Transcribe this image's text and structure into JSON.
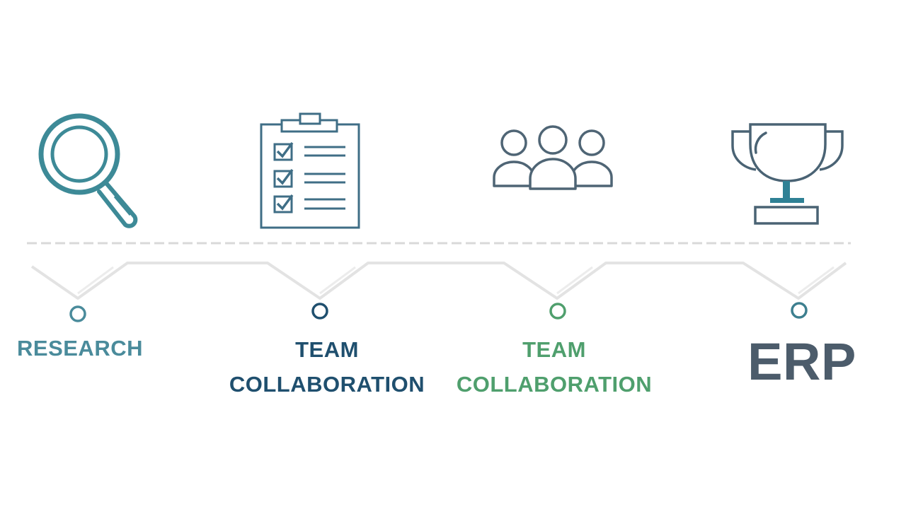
{
  "colors": {
    "teal": "#3d7f8f",
    "navy": "#1d4e6e",
    "green": "#4d9e6b",
    "slate": "#4a5c6b",
    "line": "#d4d4d4"
  },
  "steps": [
    {
      "icon": "magnifying-glass-icon",
      "label_lines": [
        "RESEARCH"
      ],
      "color": "#4a8b9b"
    },
    {
      "icon": "checklist-clipboard-icon",
      "label_lines": [
        "TEAM",
        "COLLABORATION"
      ],
      "color": "#1f4f6e"
    },
    {
      "icon": "team-people-icon",
      "label_lines": [
        "TEAM",
        "COLLABORATION"
      ],
      "color": "#4f9f6d"
    },
    {
      "icon": "trophy-icon",
      "label_lines": [
        "ERP"
      ],
      "color": "#4c5c6b"
    }
  ]
}
